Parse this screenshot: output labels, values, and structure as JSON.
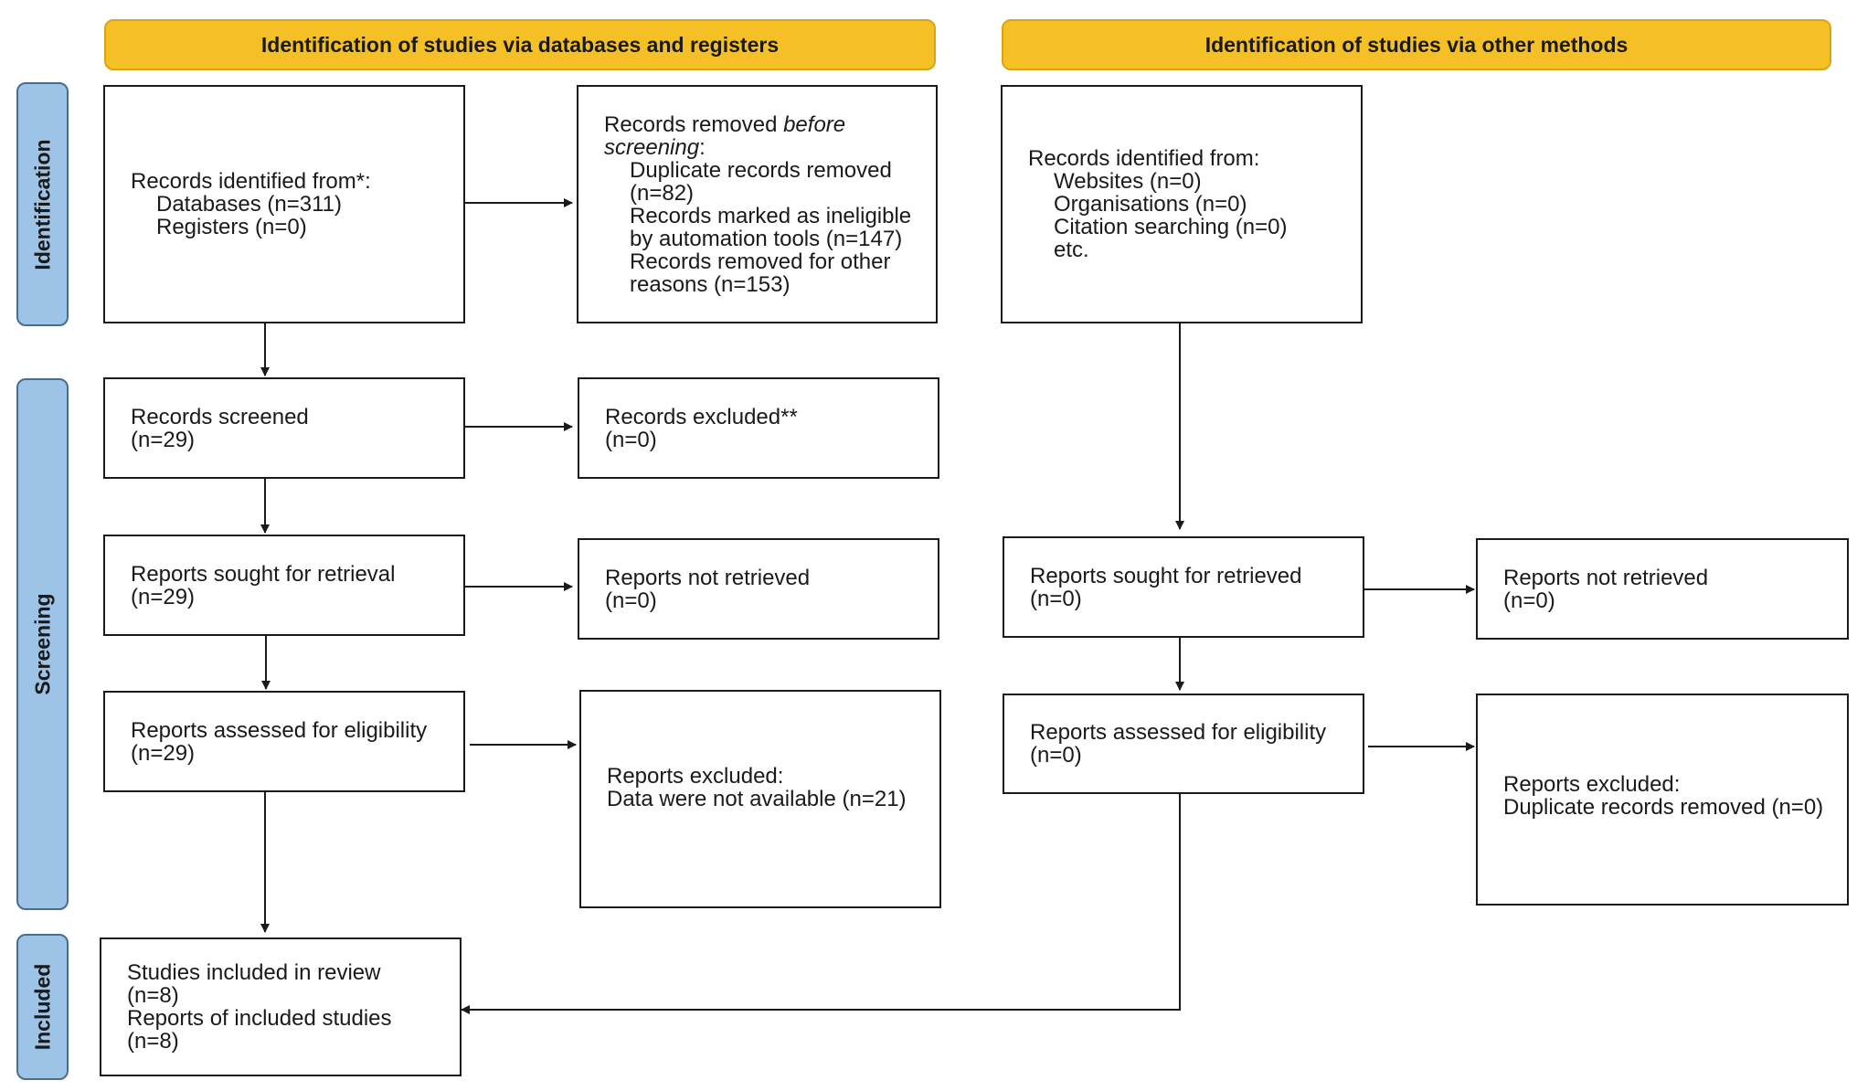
{
  "headers": {
    "databases": "Identification of studies via databases and registers",
    "other": "Identification of studies via other methods"
  },
  "phases": {
    "identification": "Identification",
    "screening": "Screening",
    "included": "Included"
  },
  "db": {
    "identified": {
      "title": "Records identified from*:",
      "databases": "Databases (n=311)",
      "registers": "Registers (n=0)"
    },
    "removed": {
      "title_prefix": "Records removed ",
      "title_em1": "before",
      "title_em2": "screening",
      "title_suffix": ":",
      "duplicates_1": "Duplicate records removed",
      "duplicates_2": "(n=82)",
      "ineligible_1": "Records marked as ineligible",
      "ineligible_2": "by automation tools (n=147)",
      "other_1": "Records removed for other",
      "other_2": "reasons (n=153)"
    },
    "screened": {
      "title": "Records screened",
      "count": "(n=29)"
    },
    "excluded": {
      "title": "Records excluded**",
      "count": "(n=0)"
    },
    "sought": {
      "title": "Reports sought for retrieval",
      "count": "(n=29)"
    },
    "not_retrieved": {
      "title": "Reports not retrieved",
      "count": "(n=0)"
    },
    "assessed": {
      "title": "Reports assessed for eligibility",
      "count": "(n=29)"
    },
    "reports_excluded": {
      "title": "Reports excluded:",
      "reason": "Data were not available (n=21)"
    },
    "included": {
      "studies": "Studies included in review",
      "studies_count": "(n=8)",
      "reports": "Reports of included studies",
      "reports_count": "(n=8)"
    }
  },
  "other": {
    "identified": {
      "title": "Records identified from:",
      "websites": "Websites (n=0)",
      "organisations": "Organisations (n=0)",
      "citation": "Citation searching (n=0)",
      "etc": "etc."
    },
    "sought": {
      "title": "Reports sought for retrieved",
      "count": "(n=0)"
    },
    "not_retrieved": {
      "title": "Reports not retrieved",
      "count": "(n=0)"
    },
    "assessed": {
      "title": "Reports assessed for eligibility",
      "count": "(n=0)"
    },
    "reports_excluded": {
      "title": "Reports excluded:",
      "reason": "Duplicate records removed (n=0)"
    }
  },
  "colors": {
    "header_fill": "#f5c026",
    "phase_fill": "#9dc3e6",
    "border": "#1a1a1a"
  }
}
